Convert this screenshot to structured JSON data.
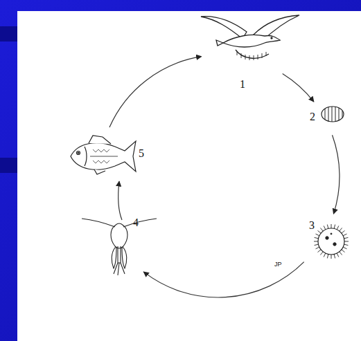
{
  "diagram": {
    "labels": [
      "1",
      "2",
      "3",
      "4",
      "5",
      "JP"
    ]
  }
}
